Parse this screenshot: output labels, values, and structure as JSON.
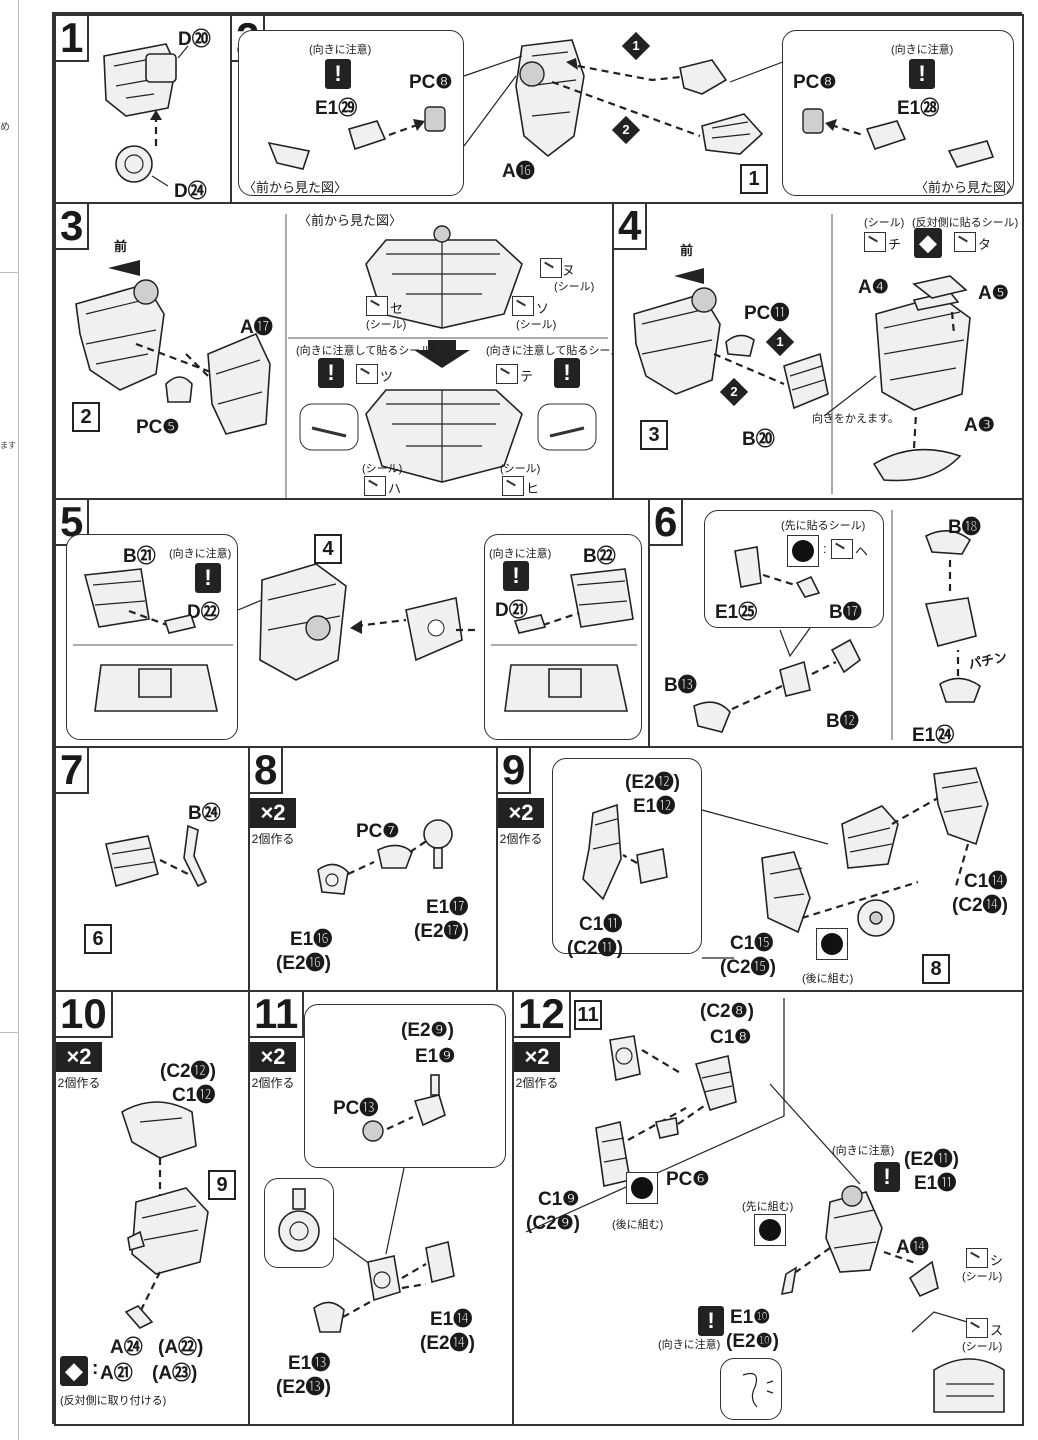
{
  "sidebar": {
    "texts": [
      "め",
      "ます"
    ]
  },
  "step1": {
    "num": "1",
    "labels": {
      "d20": "D⑳",
      "d24": "D㉔"
    }
  },
  "step2": {
    "num": "2",
    "left_bubble": {
      "caution": "(向きに注意)",
      "e129": "E1㉙",
      "pc8": "PC❽",
      "front_view": "〈前から見た図〉"
    },
    "a16": "A⓰",
    "order1": "1",
    "order2": "2",
    "ref": "1",
    "right_bubble": {
      "caution": "(向きに注意)",
      "e128": "E1㉘",
      "pc8": "PC❽",
      "front_view": "〈前から見た図〉"
    }
  },
  "step3": {
    "num": "3",
    "front_arrow": "前",
    "a17": "A⓱",
    "pc5": "PC❺",
    "ref": "2",
    "front_view": "〈前から見た図〉",
    "seal_word": "(シール)",
    "nu": "ヌ",
    "se": "セ",
    "so": "ソ",
    "caution_seal_l": "(向きに注意して貼るシール)",
    "caution_seal_r": "(向きに注意して貼るシール)",
    "tsu": "ツ",
    "te": "テ",
    "ha": "ハ",
    "hi": "ヒ"
  },
  "step4": {
    "num": "4",
    "front_arrow": "前",
    "pc11": "PC⓫",
    "b20": "B⑳",
    "ref": "3",
    "order1": "1",
    "order2": "2",
    "turn_note": "向きをかえます。",
    "seal_label": "(シール)",
    "opp_seal": "(反対側に貼るシール)",
    "chi": "チ",
    "ta": "タ",
    "a4": "A❹",
    "a5": "A❺",
    "a3": "A❸"
  },
  "step5": {
    "num": "5",
    "ref": "4",
    "left": {
      "b21": "B㉑",
      "caution": "(向きに注意)",
      "d22": "D㉒"
    },
    "right": {
      "caution": "(向きに注意)",
      "b22": "B㉒",
      "d21": "D㉑"
    }
  },
  "step6": {
    "num": "6",
    "first_seal": "(先に貼るシール)",
    "he": "ヘ",
    "e125": "E1㉕",
    "b17": "B⓱",
    "b13": "B⓭",
    "b12": "B⓬",
    "b18": "B⓲",
    "snap": "パチン",
    "e124": "E1㉔"
  },
  "step7": {
    "num": "7",
    "b24": "B㉔",
    "ref": "6"
  },
  "step8": {
    "num": "8",
    "x2": "×2",
    "make2": "2個作る",
    "pc7": "PC❼",
    "e117": "E1⓱",
    "e217": "(E2⓱)",
    "e116": "E1⓰",
    "e216": "(E2⓰)"
  },
  "step9": {
    "num": "9",
    "x2": "×2",
    "make2": "2個作る",
    "e212": "(E2⓬)",
    "e112": "E1⓬",
    "c111": "C1⓫",
    "c211": "(C2⓫)",
    "c115": "C1⓯",
    "c215": "(C2⓯)",
    "c114": "C1⓮",
    "c214": "(C2⓮)",
    "later": "(後に組む)",
    "ref": "8"
  },
  "step10": {
    "num": "10",
    "x2": "×2",
    "make2": "2個作る",
    "c212": "(C2⓬)",
    "c112": "C1⓬",
    "ref": "9",
    "a24": "A㉔",
    "a22": "(A㉒)",
    "a21": "A㉑",
    "a23": "(A㉓)",
    "opp_attach": "(反対側に取り付ける)"
  },
  "step11": {
    "num": "11",
    "x2": "×2",
    "make2": "2個作る",
    "e29": "(E2❾)",
    "e19": "E1❾",
    "pc13": "PC⓭",
    "e114": "E1⓮",
    "e214": "(E2⓮)",
    "e113": "E1⓭",
    "e213": "(E2⓭)"
  },
  "step12": {
    "num": "12",
    "x2": "×2",
    "make2": "2個作る",
    "ref": "11",
    "c28": "(C2❽)",
    "c18": "C1❽",
    "c19": "C1❾",
    "c29": "(C2❾)",
    "later": "(後に組む)",
    "pc6": "PC❻",
    "caution": "(向きに注意)",
    "e211": "(E2⓫)",
    "e111": "E1⓫",
    "first": "(先に組む)",
    "a14": "A⓮",
    "shi": "シ",
    "su": "ス",
    "seal": "(シール)",
    "e110": "E1❿",
    "e210": "(E2❿)",
    "caution2": "(向きに注意)"
  }
}
